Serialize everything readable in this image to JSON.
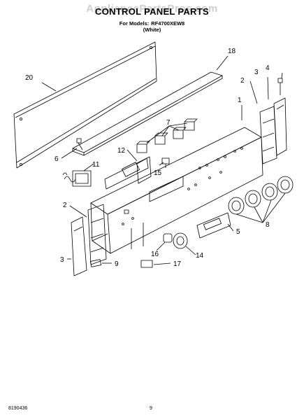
{
  "watermark": "AppliancePartsPros.com",
  "title": "CONTROL PANEL PARTS",
  "models_label": "For Models:",
  "model_number": "RF4700XEW8",
  "color": "(White)",
  "parts": [
    "1",
    "2",
    "2",
    "3",
    "3",
    "4",
    "5",
    "6",
    "7",
    "8",
    "9",
    "11",
    "12",
    "14",
    "15",
    "16",
    "17",
    "18",
    "20"
  ],
  "footer": {
    "doc_number": "8190436",
    "page_number": "9"
  }
}
